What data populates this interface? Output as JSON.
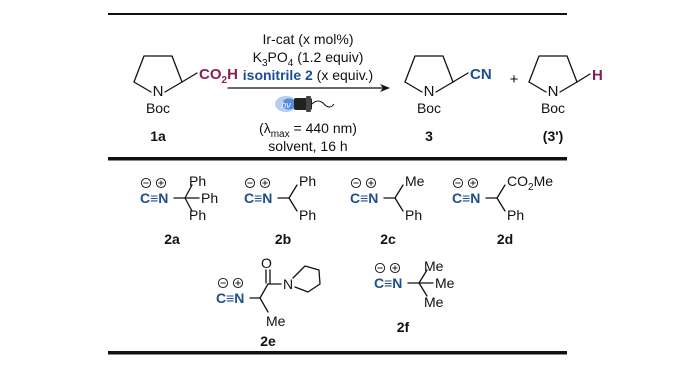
{
  "reaction": {
    "starting_material": {
      "group": "CO",
      "sub": "2",
      "tail": "H",
      "n": "N",
      "protect": "Boc",
      "label": "1a"
    },
    "conditions_above": {
      "line1": "Ir-cat (x mol%)",
      "line2_pre": "K",
      "line2_sub": "3",
      "line2_mid": "PO",
      "line2_sub2": "4",
      "line2_post": " (1.2 equiv)",
      "line3_bold": "isonitrile 2",
      "line3_rest": " (x equiv.)"
    },
    "light_label": "hν",
    "conditions_below": {
      "line1_pre": "(λ",
      "line1_sub": "max",
      "line1_post": " = 440 nm)",
      "line2": "solvent, 16 h"
    },
    "product": {
      "group": "CN",
      "n": "N",
      "protect": "Boc",
      "label": "3"
    },
    "plus": "+",
    "side_product": {
      "group": "H",
      "n": "N",
      "protect": "Boc",
      "label_open": "(",
      "label": "3'",
      "label_close": ")"
    }
  },
  "isonitriles": [
    {
      "label": "2a",
      "substituents": [
        "Ph",
        "Ph",
        "Ph"
      ]
    },
    {
      "label": "2b",
      "substituents": [
        "Ph",
        "Ph"
      ]
    },
    {
      "label": "2c",
      "substituents": [
        "Me",
        "Ph"
      ]
    },
    {
      "label": "2d",
      "substituents": [
        "CO2Me",
        "Ph"
      ]
    },
    {
      "label": "2e",
      "substituents": [
        "O",
        "N",
        "Me"
      ]
    },
    {
      "label": "2f",
      "substituents": [
        "Me",
        "Me",
        "Me"
      ]
    }
  ],
  "isonitrile_core": {
    "c": "C",
    "triple": "≡",
    "n": "N"
  },
  "colors": {
    "accent_blue": "#1f4e8c",
    "accent_plum": "#8a1f55",
    "lamp": "#2a6fd6"
  }
}
